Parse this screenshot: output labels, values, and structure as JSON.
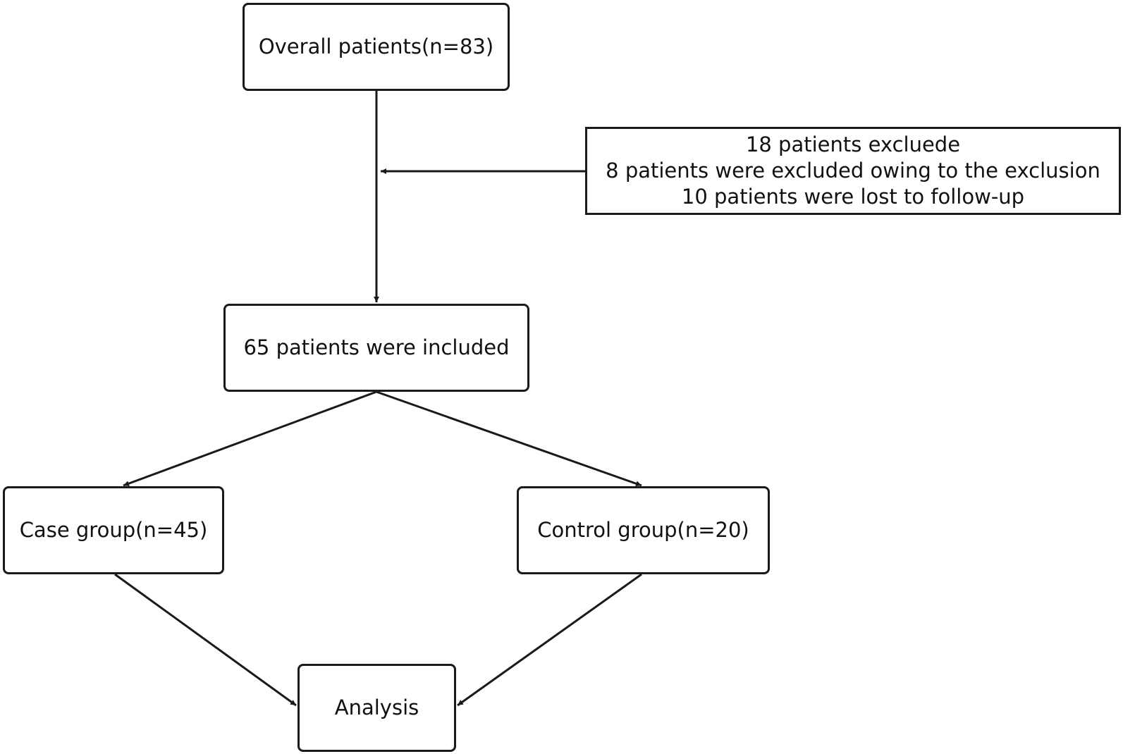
{
  "flowchart": {
    "nodes": {
      "overall": {
        "label": "Overall patients(n=83)"
      },
      "excluded": {
        "lines": [
          "18 patients excluede",
          "8 patients were excluded owing to the exclusion",
          "10 patients were lost to follow-up"
        ]
      },
      "included": {
        "label": "65 patients were included"
      },
      "case": {
        "label": "Case group(n=45)"
      },
      "control": {
        "label": "Control group(n=20)"
      },
      "analysis": {
        "label": "Analysis"
      }
    },
    "edges": [
      {
        "from": "overall",
        "to": "included"
      },
      {
        "from": "excluded",
        "to": "overall-included-line"
      },
      {
        "from": "included",
        "to": "case"
      },
      {
        "from": "included",
        "to": "control"
      },
      {
        "from": "case",
        "to": "analysis"
      },
      {
        "from": "control",
        "to": "analysis"
      }
    ]
  }
}
